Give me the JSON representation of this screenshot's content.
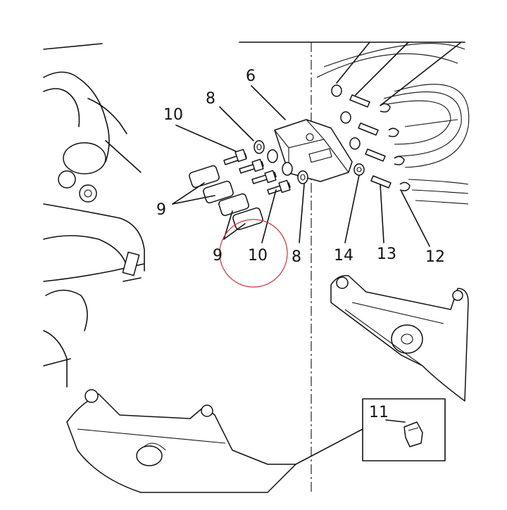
{
  "callouts": [
    {
      "id": "c6",
      "text": "6"
    },
    {
      "id": "c8a",
      "text": "8"
    },
    {
      "id": "c10a",
      "text": "10"
    },
    {
      "id": "c9a",
      "text": "9"
    },
    {
      "id": "c9b",
      "text": "9"
    },
    {
      "id": "c10b",
      "text": "10"
    },
    {
      "id": "c8b",
      "text": "8"
    },
    {
      "id": "c14",
      "text": "14"
    },
    {
      "id": "c13",
      "text": "13"
    },
    {
      "id": "c12",
      "text": "12"
    },
    {
      "id": "c11",
      "text": "11"
    }
  ],
  "highlight": {
    "color": "#cc3333",
    "target": "10"
  },
  "colors": {
    "ink": "#111111",
    "paper": "#ffffff",
    "circle": "#cc3333"
  }
}
